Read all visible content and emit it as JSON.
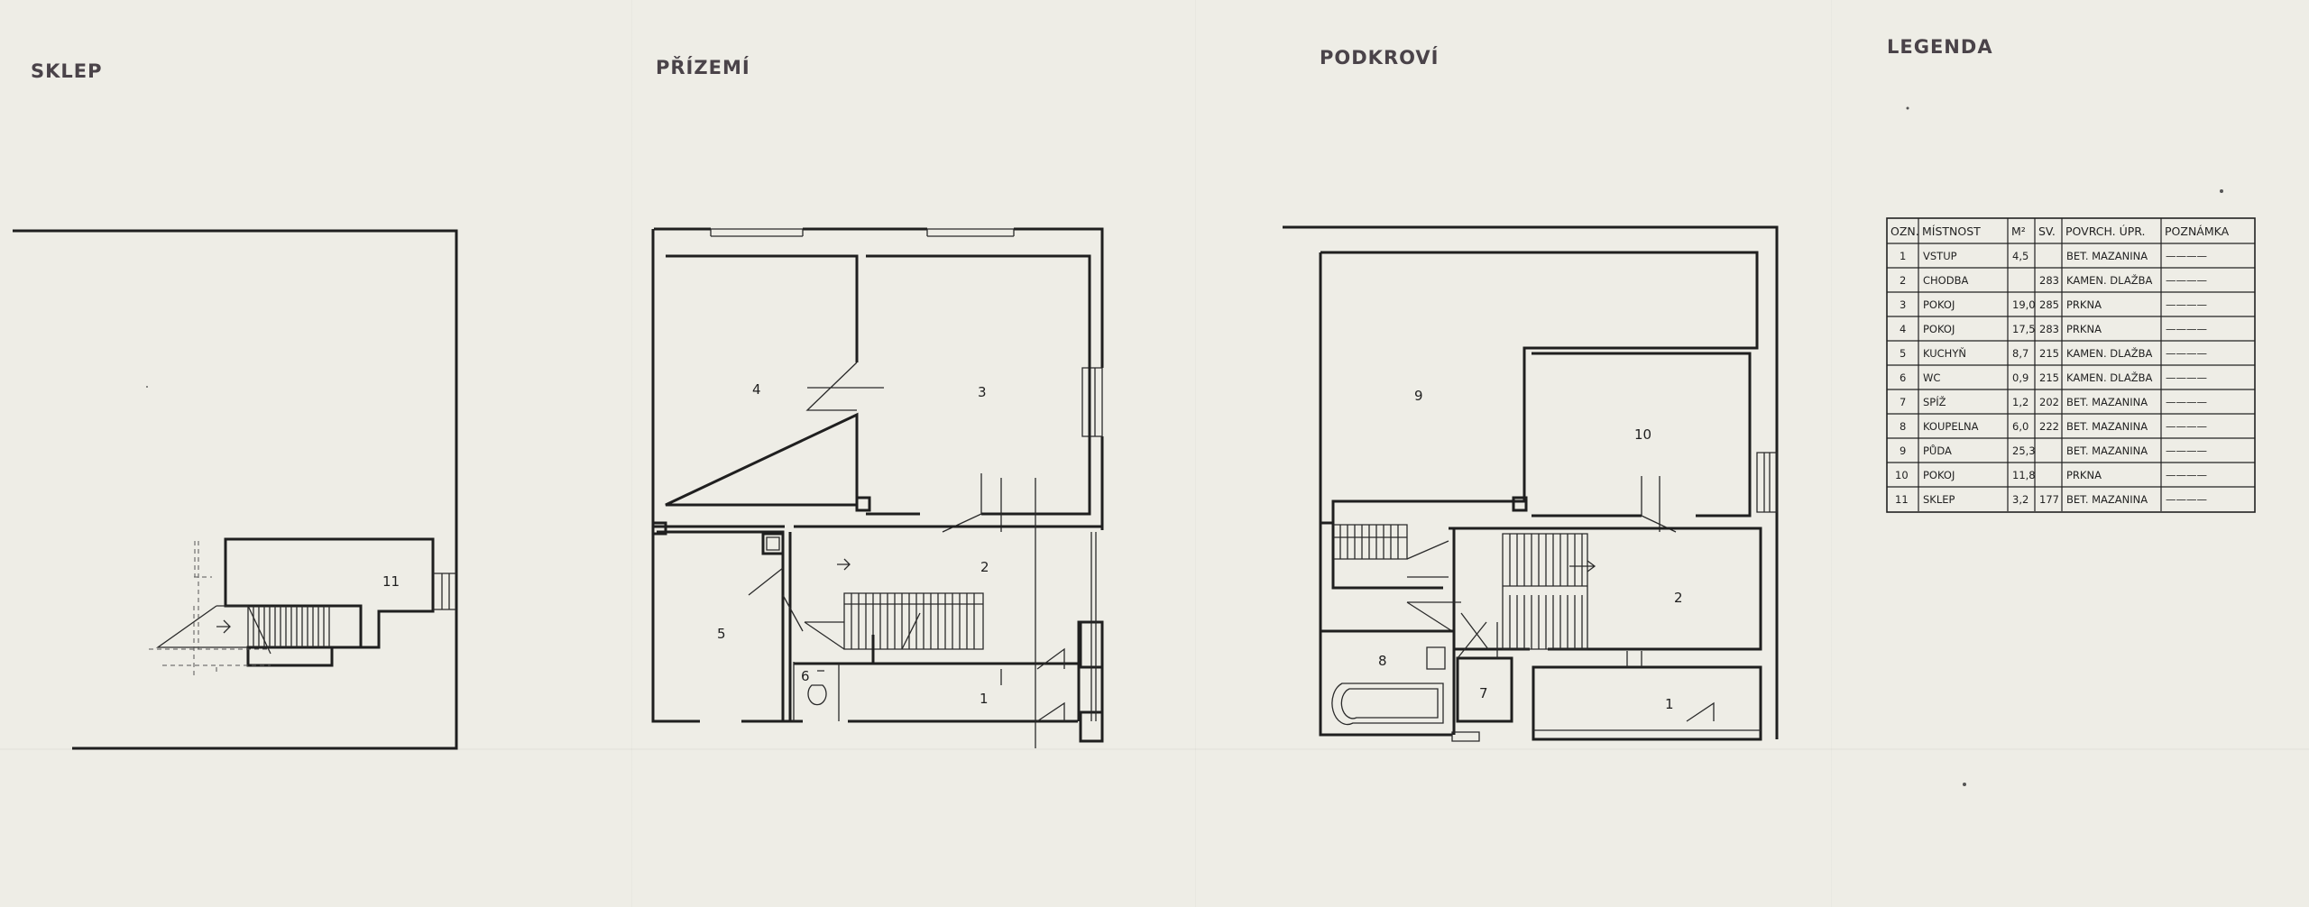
{
  "titles": {
    "sklep": "SKLEP",
    "prizemi": "PŘÍZEMÍ",
    "podkrovi": "PODKROVÍ",
    "legenda": "LEGENDA"
  },
  "rooms": {
    "sklep": {
      "r11": "11"
    },
    "prizemi": {
      "r1": "1",
      "r2": "2",
      "r3": "3",
      "r4": "4",
      "r5": "5",
      "r6": "6"
    },
    "podkrovi": {
      "r1": "1",
      "r2": "2",
      "r7": "7",
      "r8": "8",
      "r9": "9",
      "r10": "10"
    }
  },
  "legend": {
    "headers": [
      "OZN.",
      "MÍSTNOST",
      "M²",
      "SV.",
      "POVRCH. ÚPR.",
      "POZNÁMKA"
    ],
    "rows": [
      {
        "ozn": "1",
        "mistnost": "VSTUP",
        "m2": "4,5",
        "sv": "",
        "povrch": "BET. MAZANINA",
        "poznamka": "————"
      },
      {
        "ozn": "2",
        "mistnost": "CHODBA",
        "m2": "",
        "sv": "283",
        "povrch": "KAMEN. DLAŽBA",
        "poznamka": "————"
      },
      {
        "ozn": "3",
        "mistnost": "POKOJ",
        "m2": "19,0",
        "sv": "285",
        "povrch": "PRKNA",
        "poznamka": "————"
      },
      {
        "ozn": "4",
        "mistnost": "POKOJ",
        "m2": "17,5",
        "sv": "283",
        "povrch": "PRKNA",
        "poznamka": "————"
      },
      {
        "ozn": "5",
        "mistnost": "KUCHYŇ",
        "m2": "8,7",
        "sv": "215",
        "povrch": "KAMEN. DLAŽBA",
        "poznamka": "————"
      },
      {
        "ozn": "6",
        "mistnost": "WC",
        "m2": "0,9",
        "sv": "215",
        "povrch": "KAMEN. DLAŽBA",
        "poznamka": "————"
      },
      {
        "ozn": "7",
        "mistnost": "SPÍŽ",
        "m2": "1,2",
        "sv": "202",
        "povrch": "BET. MAZANINA",
        "poznamka": "————"
      },
      {
        "ozn": "8",
        "mistnost": "KOUPELNA",
        "m2": "6,0",
        "sv": "222",
        "povrch": "BET. MAZANINA",
        "poznamka": "————"
      },
      {
        "ozn": "9",
        "mistnost": "PŮDA",
        "m2": "25,3",
        "sv": "",
        "povrch": "BET. MAZANINA",
        "poznamka": "————"
      },
      {
        "ozn": "10",
        "mistnost": "POKOJ",
        "m2": "11,8",
        "sv": "",
        "povrch": "PRKNA",
        "poznamka": "————"
      },
      {
        "ozn": "11",
        "mistnost": "SKLEP",
        "m2": "3,2",
        "sv": "177",
        "povrch": "BET. MAZANINA",
        "poznamka": "————"
      }
    ]
  }
}
